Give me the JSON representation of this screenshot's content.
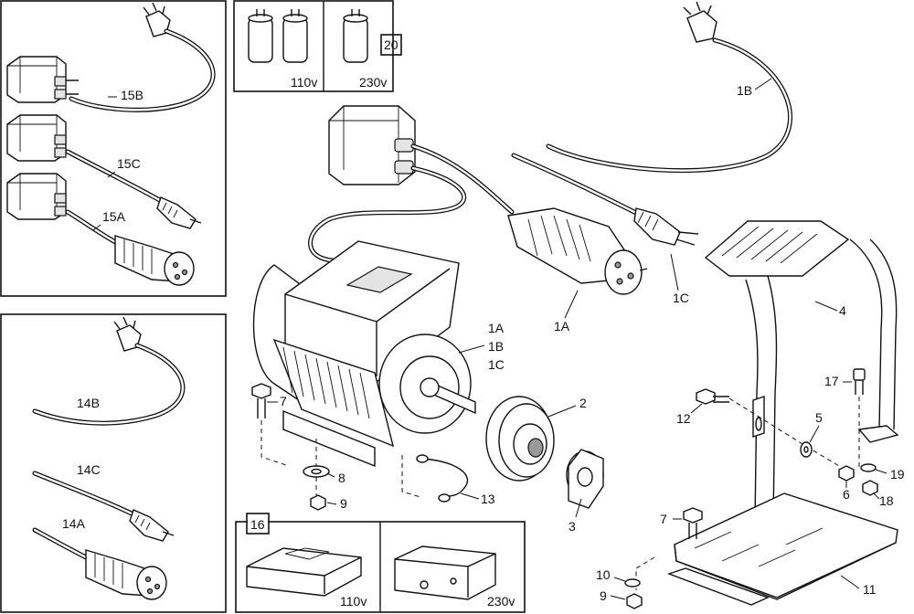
{
  "callouts": {
    "c15B": "15B",
    "c15C": "15C",
    "c15A": "15A",
    "c14B": "14B",
    "c14C": "14C",
    "c14A": "14A",
    "c1B": "1B",
    "c1A": "1A",
    "c1C": "1C",
    "c1ABC_a": "1A",
    "c1ABC_b": "1B",
    "c1ABC_c": "1C",
    "c2": "2",
    "c3": "3",
    "c4": "4",
    "c5": "5",
    "c6": "6",
    "c7a": "7",
    "c7b": "7",
    "c8": "8",
    "c9a": "9",
    "c9b": "9",
    "c10": "10",
    "c11": "11",
    "c12": "12",
    "c13": "13",
    "c17": "17",
    "c18": "18",
    "c19": "19"
  },
  "boxes": {
    "capacitor_box_number": "20",
    "capacitor_110": "110v",
    "capacitor_230": "230v",
    "terminal_box_number": "16",
    "terminal_110": "110v",
    "terminal_230": "230v"
  }
}
